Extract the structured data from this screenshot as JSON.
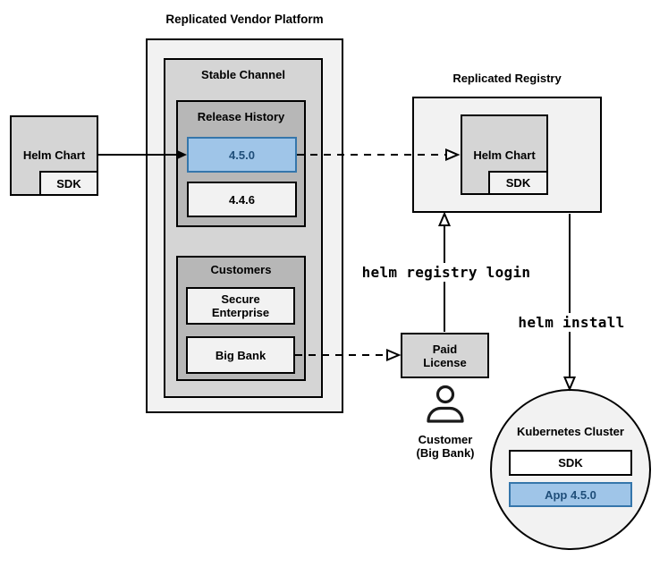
{
  "colors": {
    "outer_fill": "#f2f2f2",
    "mid_fill": "#d5d5d5",
    "dark_fill": "#b7b7b7",
    "highlight_fill": "#9fc5e8",
    "highlight_border": "#3576ab",
    "highlight_text": "#1f4e79",
    "line": "#000000"
  },
  "source": {
    "label": "Helm Chart",
    "sdk_label": "SDK"
  },
  "platform": {
    "title": "Replicated Vendor Platform",
    "stable_channel": {
      "title": "Stable Channel"
    },
    "release_history": {
      "title": "Release History",
      "releases": [
        {
          "version": "4.5.0",
          "highlighted": true
        },
        {
          "version": "4.4.6",
          "highlighted": false
        }
      ]
    },
    "customers": {
      "title": "Customers",
      "items": [
        {
          "name": "Secure Enterprise"
        },
        {
          "name": "Big Bank"
        }
      ]
    }
  },
  "registry": {
    "title": "Replicated Registry",
    "helm_chart_label": "Helm Chart",
    "sdk_label": "SDK"
  },
  "paid_license": {
    "label": "Paid License"
  },
  "customer": {
    "label": "Customer (Big Bank)"
  },
  "commands": {
    "registry_login": "helm registry login",
    "install": "helm install"
  },
  "kubernetes": {
    "title": "Kubernetes Cluster",
    "sdk_label": "SDK",
    "app_label": "App 4.5.0"
  }
}
